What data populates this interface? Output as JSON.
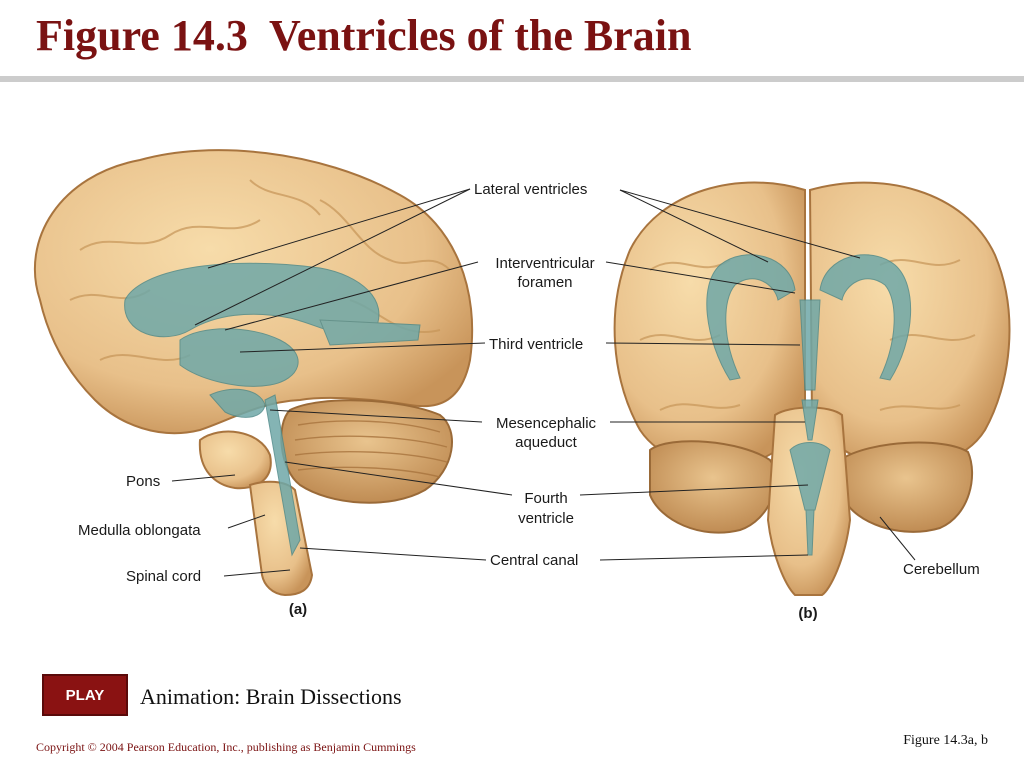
{
  "slide": {
    "title": "Figure 14.3  Ventricles of the Brain",
    "play_label": "PLAY",
    "animation_caption": "Animation: Brain Dissections",
    "figure_ref": "Figure 14.3a, b",
    "copyright": "Copyright © 2004 Pearson Education, Inc., publishing as Benjamin Cummings"
  },
  "diagram": {
    "labels": {
      "lateral_ventricles": "Lateral  ventricles",
      "interventricular_1": "Interventricular",
      "interventricular_2": "foramen",
      "third_ventricle": "Third ventricle",
      "mesencephalic_1": "Mesencephalic",
      "mesencephalic_2": "aqueduct",
      "fourth_1": "Fourth",
      "fourth_2": "ventricle",
      "central_canal": "Central  canal",
      "pons": "Pons",
      "medulla": "Medulla oblongata",
      "spinal_cord": "Spinal cord",
      "cerebellum": "Cerebellum",
      "panel_a": "(a)",
      "panel_b": "(b)"
    },
    "colors": {
      "brain": "#e8c08a",
      "brain_dark": "#b9834a",
      "ventricle": "#6fa8a8",
      "line": "#222222",
      "title": "#7a1212"
    }
  }
}
